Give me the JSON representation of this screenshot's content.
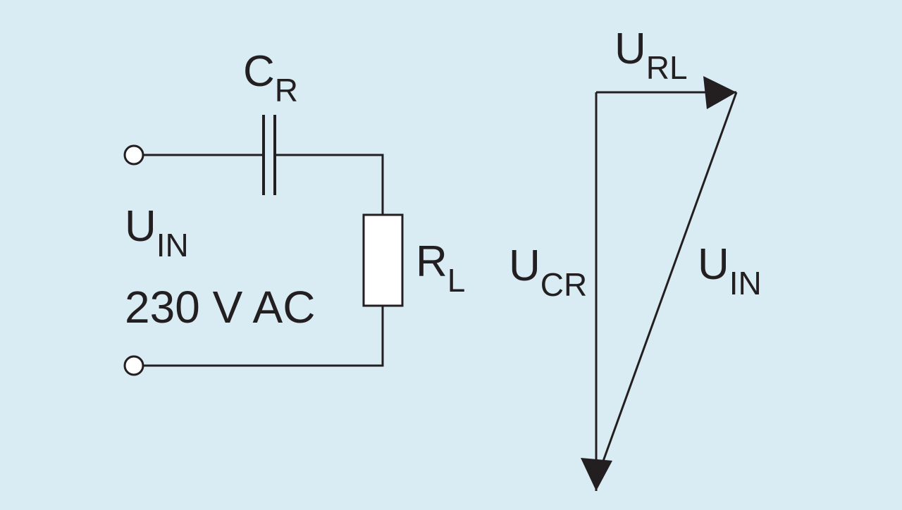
{
  "background_color": "#d9ebf3",
  "line_color": "#231f20",
  "circuit": {
    "capacitor": {
      "symbol": "C",
      "subscript": "R"
    },
    "resistor": {
      "symbol": "R",
      "subscript": "L"
    },
    "input": {
      "symbol": "U",
      "subscript": "IN",
      "value": "230 V AC"
    }
  },
  "phasor": {
    "resistor_voltage": {
      "symbol": "U",
      "subscript": "RL"
    },
    "capacitor_voltage": {
      "symbol": "U",
      "subscript": "CR"
    },
    "input_voltage": {
      "symbol": "U",
      "subscript": "IN"
    }
  }
}
